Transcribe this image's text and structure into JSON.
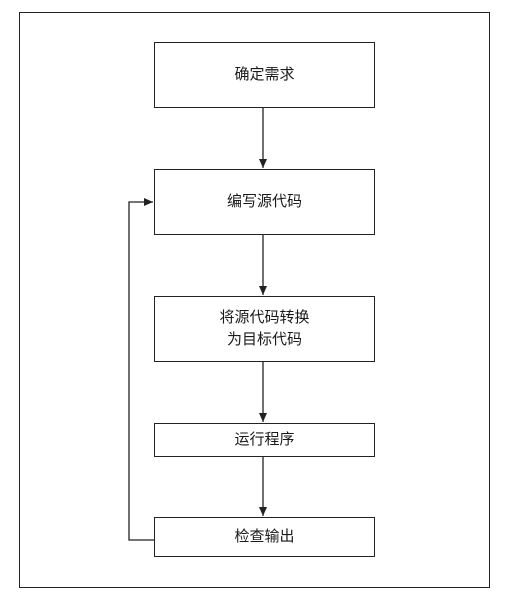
{
  "flowchart": {
    "steps": [
      {
        "id": "determine-requirements",
        "label": "确定需求"
      },
      {
        "id": "write-source-code",
        "label": "编写源代码"
      },
      {
        "id": "convert-source-to-target",
        "label": "将源代码转换\n为目标代码"
      },
      {
        "id": "run-program",
        "label": "运行程序"
      },
      {
        "id": "check-output",
        "label": "检查输出"
      }
    ],
    "edges": [
      {
        "from": "determine-requirements",
        "to": "write-source-code"
      },
      {
        "from": "write-source-code",
        "to": "convert-source-to-target"
      },
      {
        "from": "convert-source-to-target",
        "to": "run-program"
      },
      {
        "from": "run-program",
        "to": "check-output"
      },
      {
        "from": "check-output",
        "to": "write-source-code",
        "type": "feedback-loop"
      }
    ],
    "stroke_color": "#222222"
  }
}
